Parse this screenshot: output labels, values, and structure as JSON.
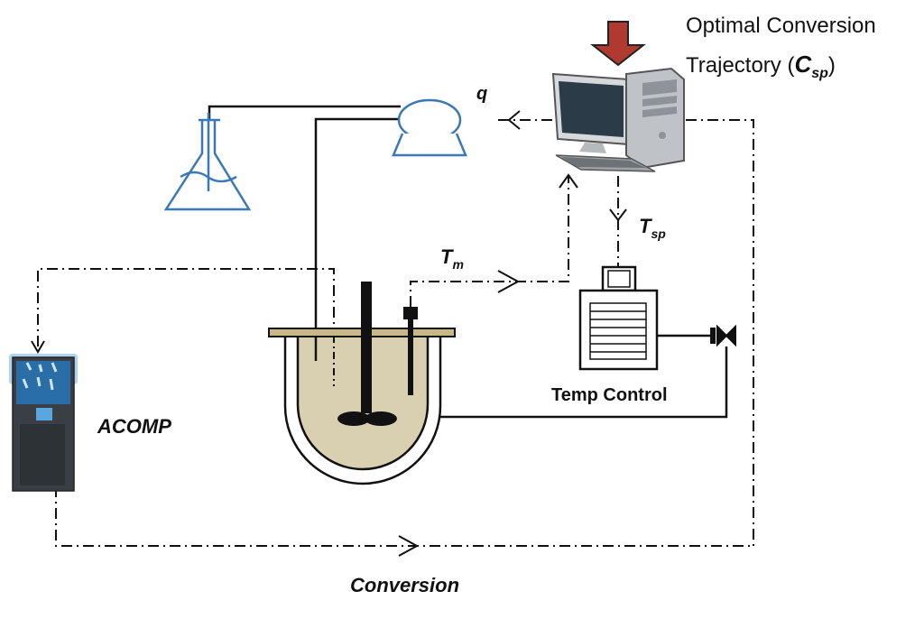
{
  "labels": {
    "optimal_line1": "Optimal Conversion",
    "optimal_line2": "Trajectory (",
    "csp_main": "C",
    "csp_sub": "sp",
    "optimal_close": ")",
    "q": "q",
    "tm_main": "T",
    "tm_sub": "m",
    "tsp_main": "T",
    "tsp_sub": "sp",
    "temp_control": "Temp Control",
    "acomp": "ACOMP",
    "conversion": "Conversion"
  },
  "colors": {
    "line": "#111111",
    "flask": "#3a78b8",
    "pump": "#3a78b8",
    "reactor_fill": "#d8d0b0",
    "lid": "#c8b888",
    "arrow_red": "#b03a30",
    "acomp_body": "#3a3f45",
    "acomp_glow": "#7ab6e8"
  }
}
